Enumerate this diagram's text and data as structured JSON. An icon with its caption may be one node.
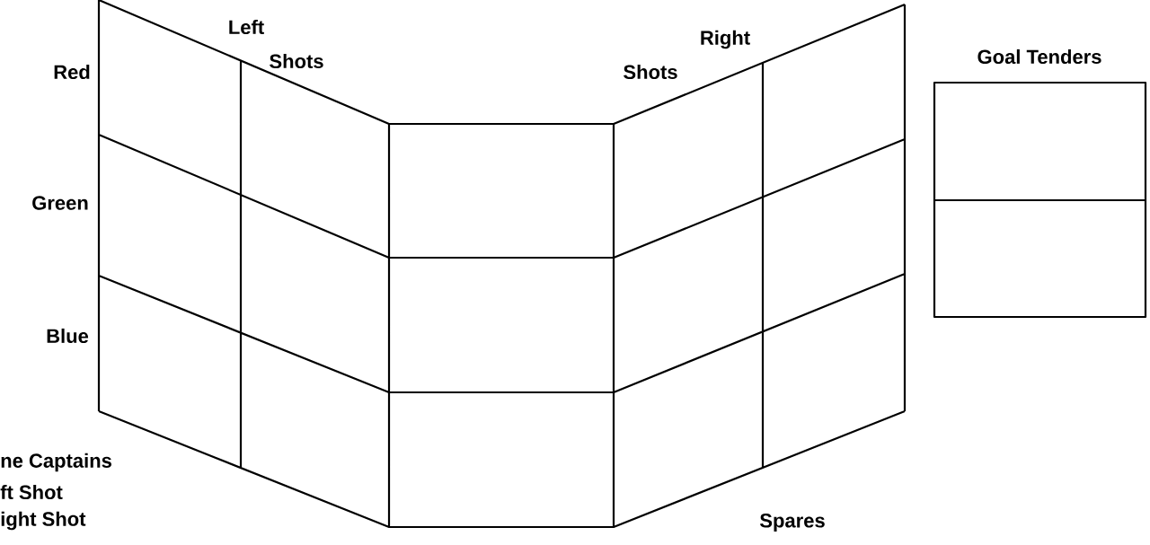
{
  "diagram": {
    "labels": [
      "Left",
      "Right",
      "Red",
      "Shots",
      "Shots",
      "Goal Tenders",
      "Green",
      "Blue",
      "ne Captains",
      "ft Shot",
      "ight Shot",
      "Spares"
    ]
  }
}
